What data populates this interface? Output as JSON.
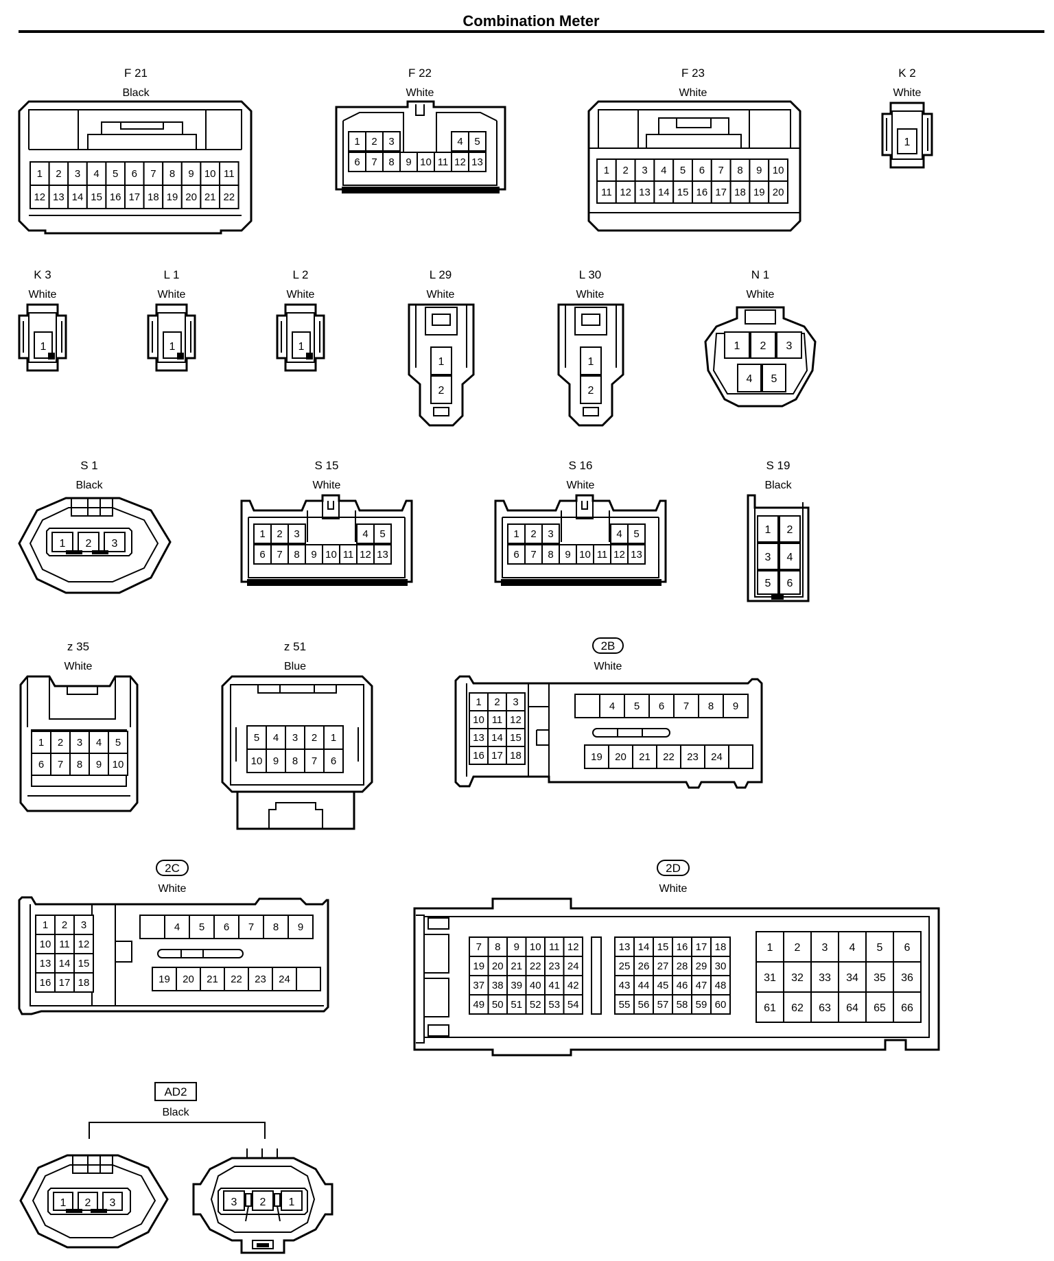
{
  "title": "Combination Meter",
  "connectors": {
    "F21": {
      "code": "F 21",
      "color": "Black"
    },
    "F22": {
      "code": "F 22",
      "color": "White"
    },
    "F23": {
      "code": "F 23",
      "color": "White"
    },
    "K2": {
      "code": "K 2",
      "color": "White"
    },
    "K3": {
      "code": "K 3",
      "color": "White"
    },
    "L1": {
      "code": "L 1",
      "color": "White"
    },
    "L2": {
      "code": "L 2",
      "color": "White"
    },
    "L29": {
      "code": "L 29",
      "color": "White"
    },
    "L30": {
      "code": "L 30",
      "color": "White"
    },
    "N1": {
      "code": "N 1",
      "color": "White"
    },
    "S1": {
      "code": "S 1",
      "color": "Black"
    },
    "S15": {
      "code": "S 15",
      "color": "White"
    },
    "S16": {
      "code": "S 16",
      "color": "White"
    },
    "S19": {
      "code": "S 19",
      "color": "Black"
    },
    "z35": {
      "code": "z 35",
      "color": "White"
    },
    "z51": {
      "code": "z 51",
      "color": "Blue"
    },
    "2B": {
      "code": "2B",
      "color": "White"
    },
    "2C": {
      "code": "2C",
      "color": "White"
    },
    "2D": {
      "code": "2D",
      "color": "White"
    },
    "AD2": {
      "code": "AD2",
      "color": "Black"
    }
  }
}
